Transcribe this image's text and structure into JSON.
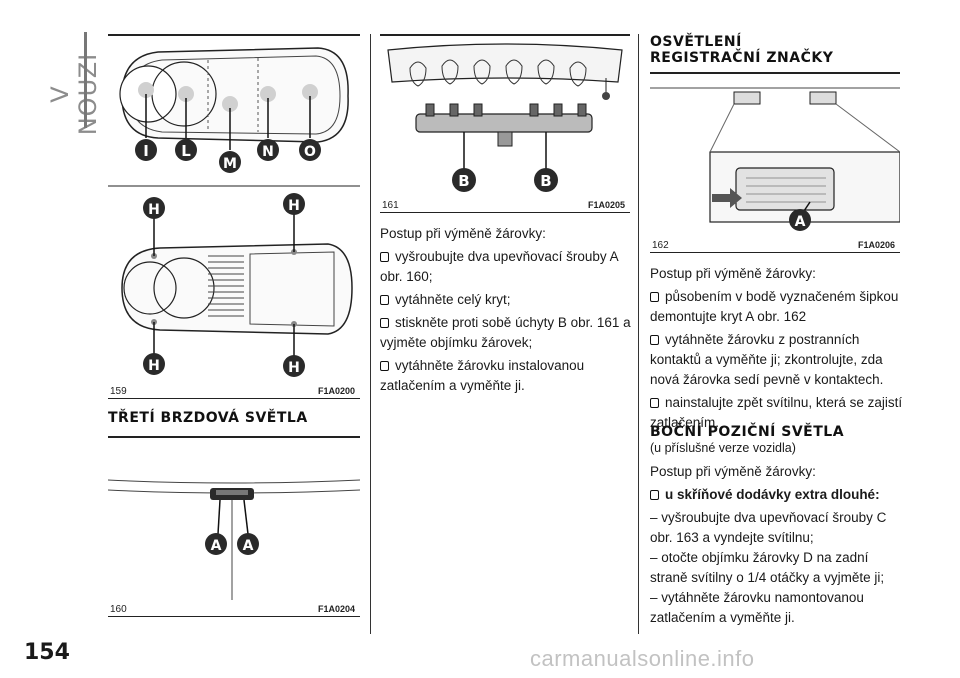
{
  "side_tab": "V NOUZI",
  "page_number": "154",
  "watermark": "carmanualsonline.info",
  "figures": {
    "f159": {
      "num": "159",
      "code": "F1A0200"
    },
    "f160": {
      "num": "160",
      "code": "F1A0204"
    },
    "f161": {
      "num": "161",
      "code": "F1A0205"
    },
    "f162": {
      "num": "162",
      "code": "F1A0206"
    }
  },
  "labels": {
    "I": "I",
    "L": "L",
    "M": "M",
    "N": "N",
    "O": "O",
    "H": "H",
    "A": "A",
    "B": "B"
  },
  "section_third_brake": {
    "heading": "TŘETÍ BRZDOVÁ SVĚTLA"
  },
  "col2": {
    "intro": "Postup při výměně žárovky:",
    "steps": [
      "vyšroubujte dva upevňovací šrouby A obr. 160;",
      "vytáhněte celý kryt;",
      "stiskněte proti sobě úchyty B obr. 161 a vyjměte objímku žárovek;",
      "vytáhněte žárovku instalovanou zatlačením a vyměňte ji."
    ]
  },
  "section_plate": {
    "heading_line1": "OSVĚTLENÍ",
    "heading_line2": "REGISTRAČNÍ ZNAČKY",
    "intro": "Postup při výměně žárovky:",
    "steps": [
      "působením v bodě vyznačeném šipkou demontujte kryt A obr. 162",
      "vytáhněte žárovku z postranních kontaktů a vyměňte ji; zkontrolujte, zda nová žárovka sedí pevně v kontaktech.",
      "nainstalujte zpět svítilnu, která se zajistí zatlačením."
    ]
  },
  "section_side": {
    "heading": "BOČNÍ POZIČNÍ SVĚTLA",
    "note": "(u příslušné verze vozidla)",
    "intro": "Postup při výměně žárovky:",
    "van_title": "u skříňové dodávky extra dlouhé:",
    "van_steps": [
      "– vyšroubujte dva upevňovací šrouby C obr. 163 a vyndejte svítilnu;",
      "– otočte objímku žárovky D na zadní straně svítilny o 1/4 otáčky a vyjměte ji;",
      "– vytáhněte žárovku namontovanou zatlačením a vyměňte ji."
    ]
  }
}
